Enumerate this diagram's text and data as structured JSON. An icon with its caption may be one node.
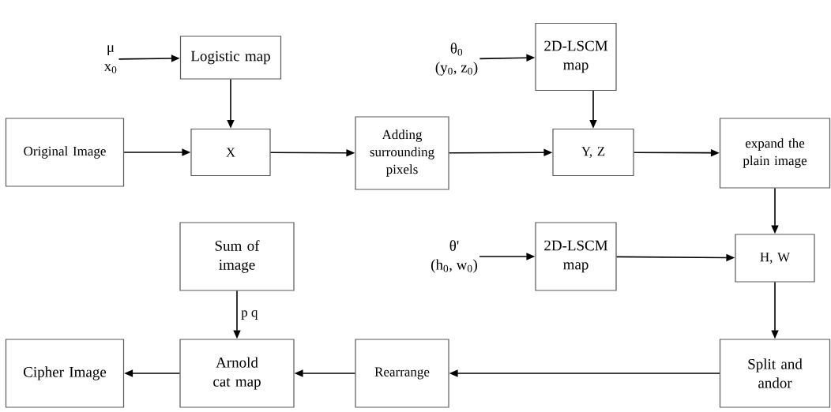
{
  "diagram": {
    "nodes": [
      {
        "text": [
          "μ",
          "x$_{0}$"
        ]
      },
      {
        "text": [
          "Logistic map"
        ]
      },
      {
        "text": [
          "θ$_{0}$",
          "(y$_{0}$, z$_{0}$)"
        ]
      },
      {
        "text": [
          "2D-LSCM map"
        ]
      },
      {
        "text": [
          "Original Image"
        ]
      },
      {
        "text": [
          "X"
        ]
      },
      {
        "text": [
          "Adding surrounding pixels"
        ]
      },
      {
        "text": [
          "Y, Z"
        ]
      },
      {
        "text": [
          "expand the plain image"
        ]
      },
      {
        "text": [
          "Sum of image"
        ]
      },
      {
        "text": [
          "θ'",
          "(h$_{0}$, w$_{0}$)"
        ]
      },
      {
        "text": [
          "2D-LSCM map"
        ]
      },
      {
        "text": [
          "H, W"
        ]
      },
      {
        "text": [
          "Cipher Image"
        ]
      },
      {
        "text": [
          "Arnold cat map"
        ]
      },
      {
        "text": [
          "Rearrange"
        ]
      },
      {
        "text": [
          "Split and andor"
        ]
      }
    ],
    "edges": [
      {
        "from": 0,
        "to": 1,
        "arrow": "to"
      },
      {
        "from": 1,
        "to": 5,
        "arrow": "to"
      },
      {
        "from": 2,
        "to": 3,
        "arrow": "to"
      },
      {
        "from": 3,
        "to": 7,
        "arrow": "to"
      },
      {
        "from": 4,
        "to": 5,
        "arrow": "to"
      },
      {
        "from": 5,
        "to": 6,
        "arrow": "to"
      },
      {
        "from": 6,
        "to": 7,
        "arrow": "to"
      },
      {
        "from": 7,
        "to": 8,
        "arrow": "to"
      },
      {
        "from": 8,
        "to": 12,
        "arrow": "to"
      },
      {
        "from": 10,
        "to": 11,
        "arrow": "to"
      },
      {
        "from": 11,
        "to": 12,
        "arrow": "to"
      },
      {
        "from": 12,
        "to": 16,
        "arrow": "to"
      },
      {
        "from": 9,
        "to": 14,
        "label": "p q",
        "arrow": "to"
      },
      {
        "from": 16,
        "to": 15,
        "arrow": "to"
      },
      {
        "from": 15,
        "to": 14,
        "arrow": "to"
      },
      {
        "from": 14,
        "to": 13,
        "arrow": "to"
      }
    ]
  }
}
